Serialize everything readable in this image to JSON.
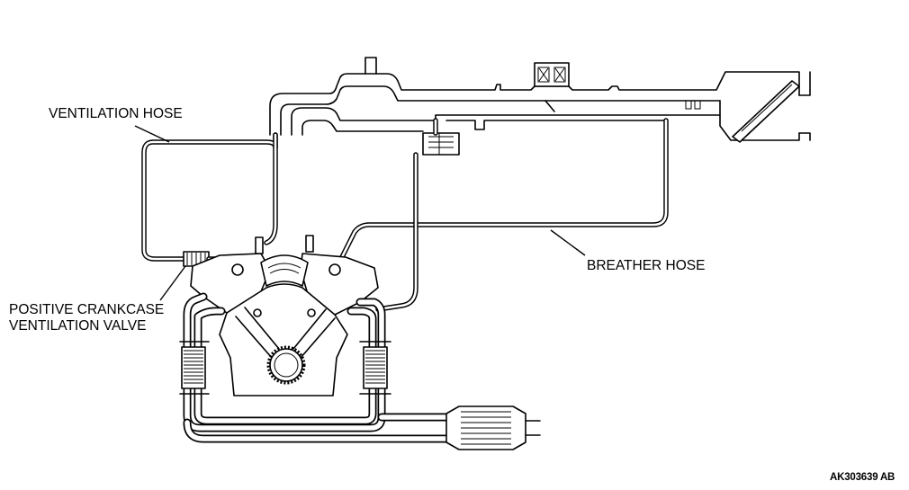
{
  "labels": {
    "ventilation_hose": "VENTILATION HOSE",
    "breather_hose": "BREATHER HOSE",
    "pcv_line1": "POSITIVE CRANKCASE",
    "pcv_line2": "VENTILATION VALVE"
  },
  "reference_code": "AK303639 AB"
}
